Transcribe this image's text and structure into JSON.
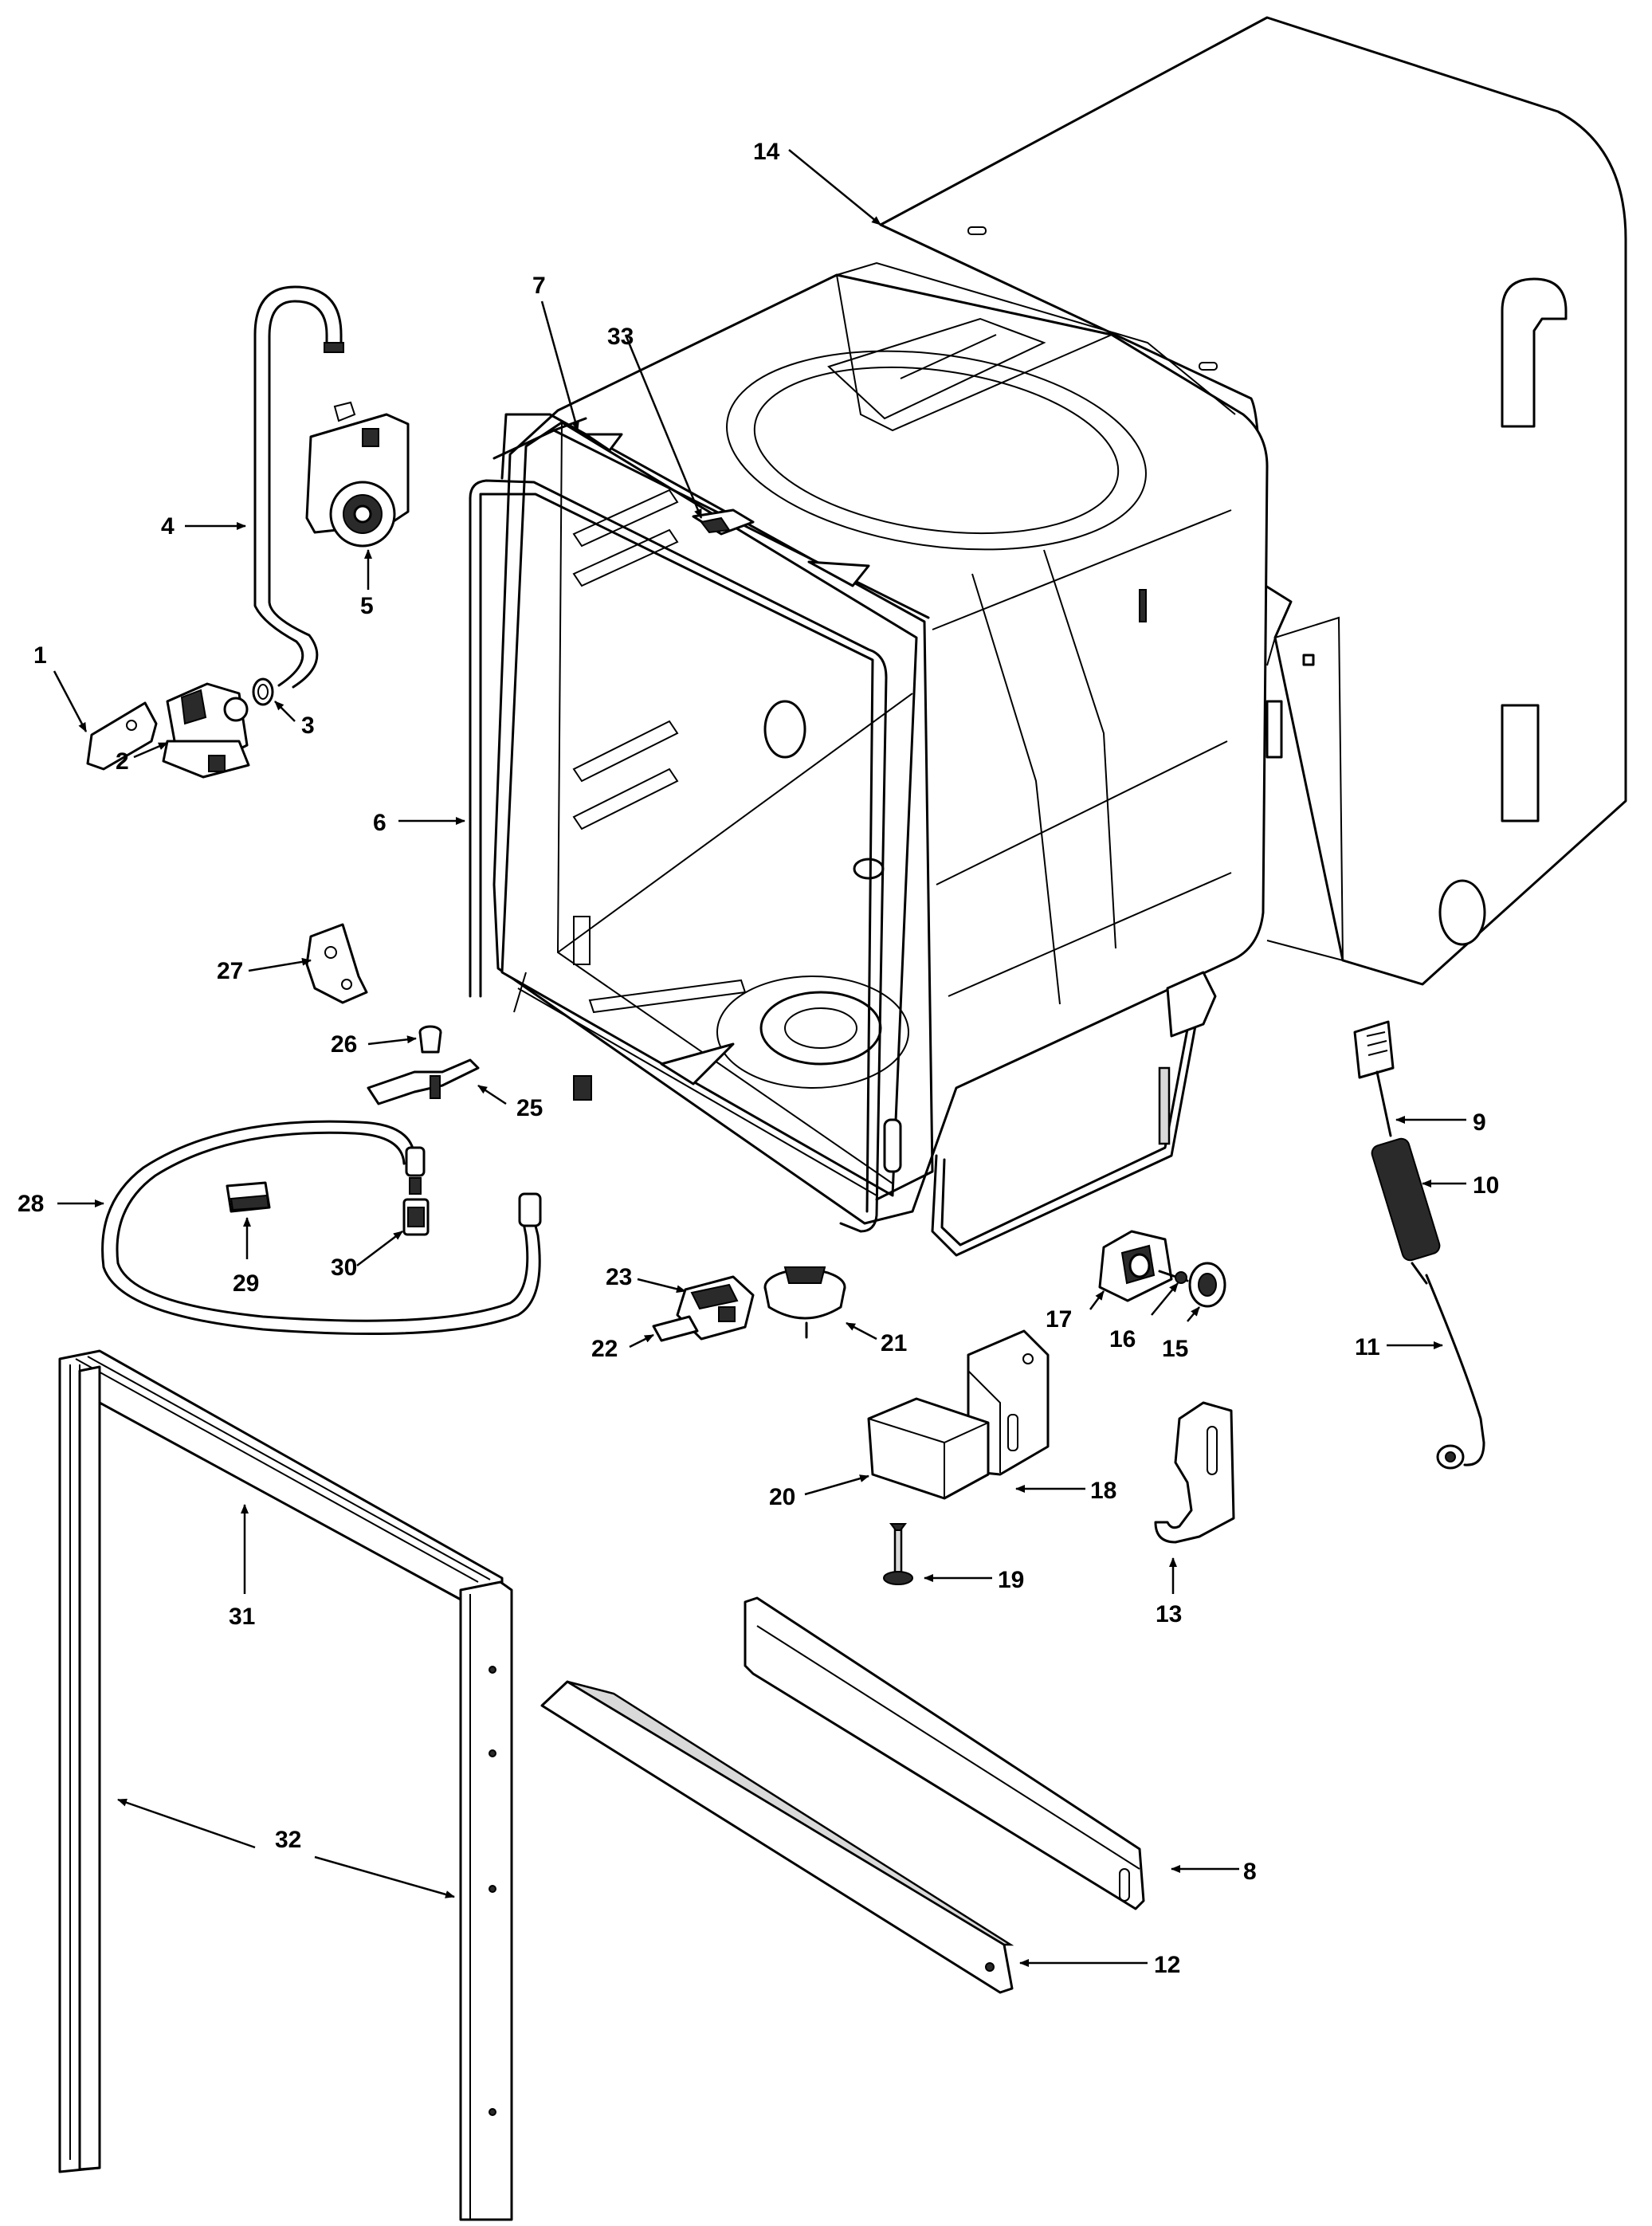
{
  "diagram": {
    "callouts": [
      "1",
      "2",
      "3",
      "4",
      "5",
      "6",
      "7",
      "8",
      "9",
      "10",
      "11",
      "12",
      "13",
      "14",
      "15",
      "16",
      "17",
      "18",
      "19",
      "20",
      "21",
      "22",
      "23",
      "25",
      "26",
      "27",
      "28",
      "29",
      "30",
      "31",
      "32",
      "33"
    ]
  }
}
